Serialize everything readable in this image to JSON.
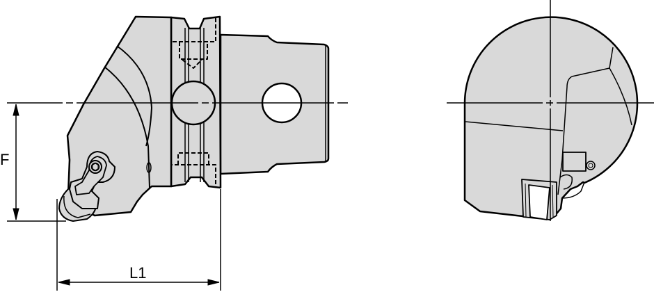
{
  "drawing": {
    "type": "technical-drawing",
    "subject": "cutting tool holder (side view and end view)",
    "colors": {
      "fill": "#d9d9d9",
      "stroke": "#000000",
      "background": "#ffffff",
      "hole": "#ffffff"
    }
  },
  "dimensions": {
    "f": {
      "label": "F",
      "orientation": "vertical"
    },
    "l1": {
      "label": "L1",
      "orientation": "horizontal"
    }
  },
  "views": [
    {
      "name": "side-view"
    },
    {
      "name": "end-view"
    }
  ]
}
